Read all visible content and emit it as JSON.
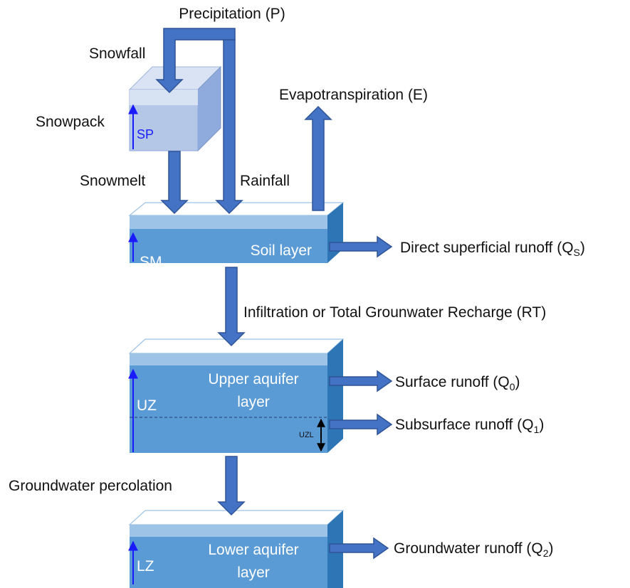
{
  "labels": {
    "precipitation": "Precipitation (P)",
    "snowfall": "Snowfall",
    "snowpack": "Snowpack",
    "sp": "SP",
    "snowmelt": "Snowmelt",
    "rainfall": "Rainfall",
    "evapotranspiration": "Evapotranspiration (E)",
    "soil_layer": "Soil layer",
    "sm": "SM",
    "direct_runoff": "Direct superficial runoff (Q",
    "direct_runoff_sub": "S",
    "infiltration": "Infiltration or Total Grounwater Recharge (RT)",
    "upper_aquifer_line1": "Upper aquifer",
    "upper_aquifer_line2": "layer",
    "uz": "UZ",
    "uzl": "UZL",
    "surface_runoff": "Surface runoff (Q",
    "surface_runoff_sub": "0",
    "subsurface_runoff": "Subsurface  runoff (Q",
    "subsurface_runoff_sub": "1",
    "groundwater_percolation": "Groundwater percolation",
    "lower_aquifer_line1": "Lower aquifer",
    "lower_aquifer_line2": "layer",
    "lz": "LZ",
    "groundwater_runoff": "Groundwater runoff (Q",
    "groundwater_runoff_sub": "2",
    "close_paren": ")"
  },
  "colors": {
    "arrow_fill": "#4472c4",
    "arrow_stroke": "#2f5597",
    "box_front": "#5b9bd5",
    "box_top": "#9dc3e6",
    "box_side": "#2e75b6",
    "snow_front": "#b4c7e7",
    "snow_top": "#dae3f3",
    "snow_side": "#8faadc",
    "level_arrow": "#1a1aff"
  }
}
